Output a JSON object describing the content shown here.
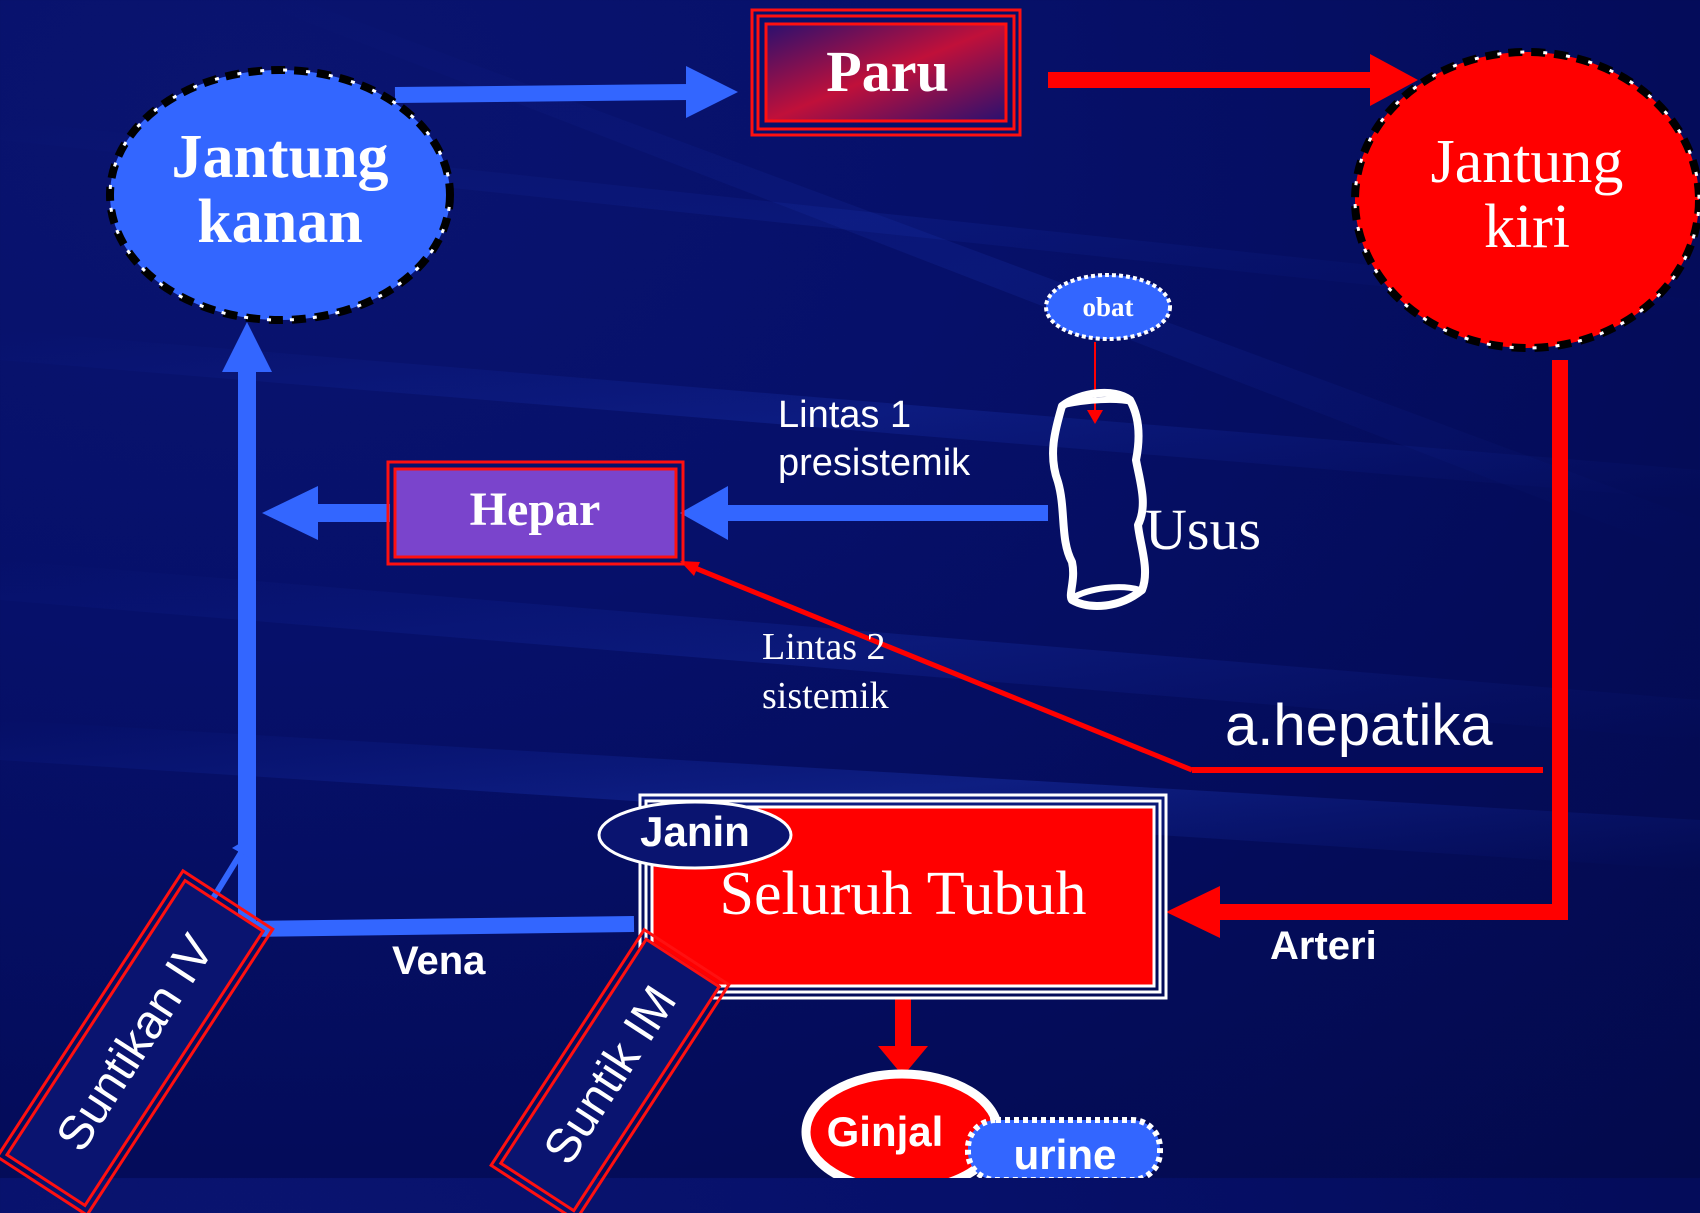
{
  "nodes": {
    "jantung_kanan": [
      "Jantung",
      "kanan"
    ],
    "jantung_kiri": [
      "Jantung",
      "kiri"
    ],
    "paru": "Paru",
    "hepar": "Hepar",
    "seluruh_tubuh": "Seluruh Tubuh",
    "janin": "Janin",
    "ginjal": "Ginjal",
    "urine": "urine",
    "obat": "obat",
    "usus": "Usus"
  },
  "labels": {
    "lintas1": [
      "Lintas 1",
      "presistemik"
    ],
    "lintas2": [
      "Lintas 2",
      "sistemik"
    ],
    "a_hepatika": "a.hepatika",
    "vena": "Vena",
    "arteri": "Arteri",
    "suntikan_iv": "Suntikan IV",
    "suntik_im": "Suntik IM"
  },
  "colors": {
    "background": "#05106a",
    "venous_blue": "#3366ff",
    "arterial_red": "#ff0000",
    "hepar_fill": "#7a44cc",
    "outline_dark": "#000000",
    "text": "#ffffff"
  }
}
